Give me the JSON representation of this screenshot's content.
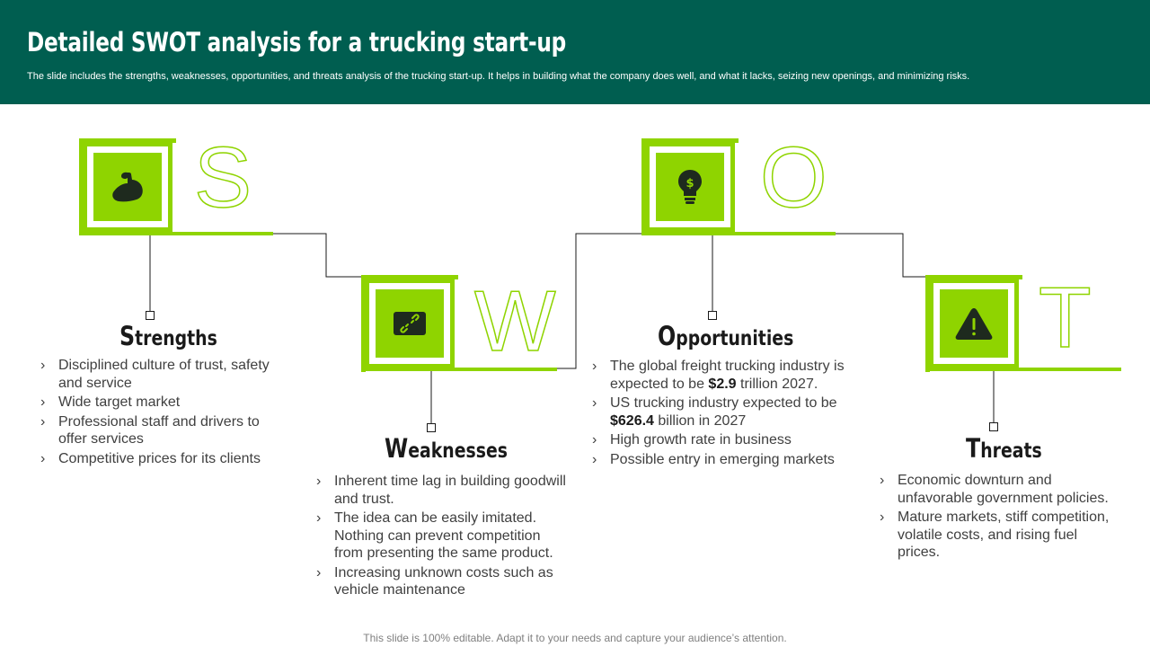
{
  "header": {
    "title": "Detailed SWOT analysis for a trucking start-up",
    "subtitle": "The slide includes the strengths, weaknesses, opportunities, and threats analysis of the trucking start-up. It helps in building what the company does well, and what it lacks, seizing new openings, and minimizing risks."
  },
  "colors": {
    "header_bg": "#005e50",
    "accent": "#8fd400",
    "icon_dark": "#1e2a1e"
  },
  "strengths": {
    "letter": "S",
    "icon": "flexed-arm-icon",
    "title_cap": "S",
    "title_rest": "trengths",
    "items": [
      "Disciplined culture  of trust,  safety and service",
      "Wide target market",
      "Professional staff and drivers to offer services",
      "Competitive prices for its clients"
    ]
  },
  "weaknesses": {
    "letter": "W",
    "icon": "broken-link-icon",
    "title_cap": "W",
    "title_rest": "eaknesses",
    "items": [
      "Inherent  time lag in building goodwill and trust.",
      "The idea can be easily imitated. Nothing can prevent competition from presenting the same product.",
      "Increasing unknown costs such as vehicle maintenance"
    ]
  },
  "opportunities": {
    "letter": "O",
    "icon": "lightbulb-dollar-icon",
    "title_cap": "O",
    "title_rest": "pportunities",
    "items": [
      {
        "pre": "The global freight trucking industry is expected to be ",
        "bold": "$2.9",
        "post": " trillion 2027."
      },
      {
        "pre": "US trucking industry expected to be ",
        "bold": "$626.4",
        "post": " billion in 2027"
      },
      {
        "pre": "High growth rate in business",
        "bold": "",
        "post": ""
      },
      {
        "pre": "Possible entry  in emerging markets",
        "bold": "",
        "post": ""
      }
    ]
  },
  "threats": {
    "letter": "T",
    "icon": "warning-triangle-icon",
    "title_cap": "T",
    "title_rest": "hreats",
    "items": [
      "Economic downturn  and unfavorable  government policies.",
      "Mature markets, stiff competition, volatile costs, and rising fuel prices."
    ]
  },
  "footer": "This slide is 100% editable. Adapt it to your needs and capture your audience’s attention."
}
